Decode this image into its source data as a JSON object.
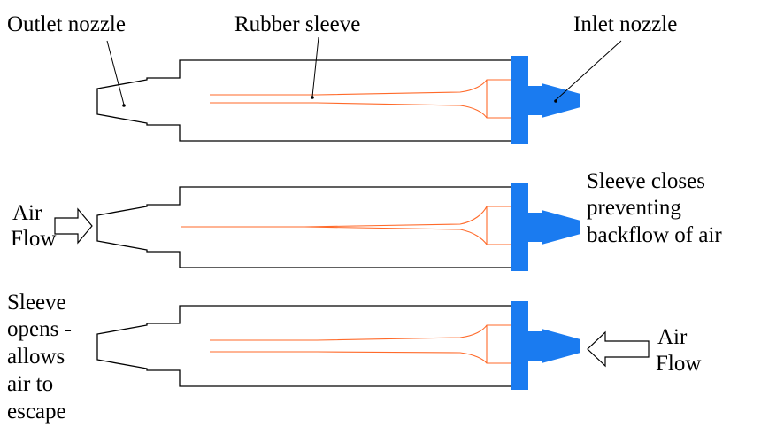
{
  "labels": {
    "outlet_nozzle": "Outlet nozzle",
    "rubber_sleeve": "Rubber sleeve",
    "inlet_nozzle": "Inlet nozzle",
    "air_flow_left": [
      "Air",
      "Flow"
    ],
    "sleeve_closes": [
      "Sleeve closes",
      "preventing",
      "backflow of air"
    ],
    "sleeve_opens": [
      "Sleeve",
      "opens -",
      "allows",
      "air to",
      "escape"
    ],
    "air_flow_right": [
      "Air",
      "Flow"
    ]
  },
  "panels": [
    {
      "id": "labeled-view",
      "sleeve_state": "open"
    },
    {
      "id": "closed-view",
      "sleeve_state": "closed"
    },
    {
      "id": "open-view",
      "sleeve_state": "open"
    }
  ],
  "colors": {
    "outline": "#000000",
    "sleeve": "#ff6a2a",
    "inlet_cap": "#1a7bf0",
    "background": "#ffffff"
  }
}
